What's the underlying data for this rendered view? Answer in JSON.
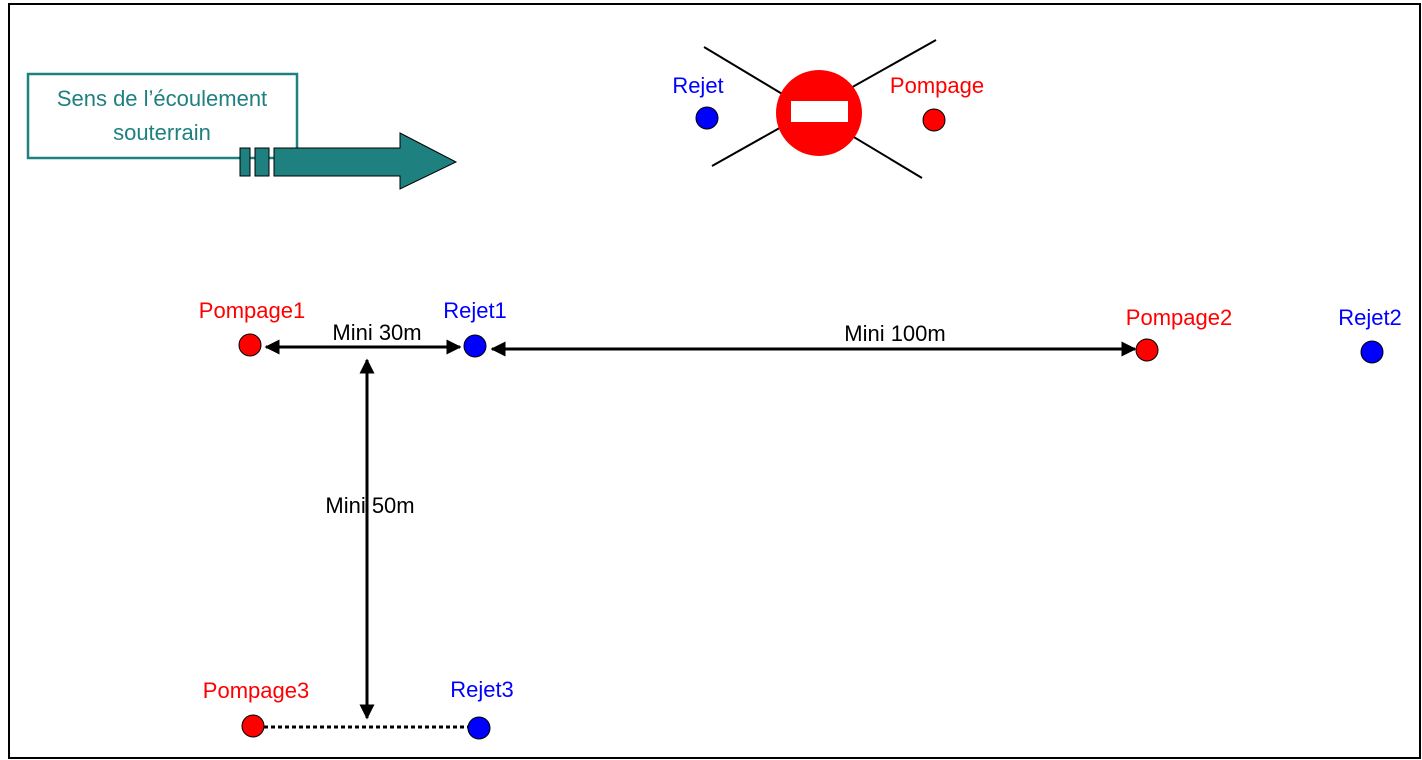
{
  "colors": {
    "pumping": "#ff0000",
    "discharge": "#0000ff",
    "flow": "#1f8080",
    "frame": "#000000",
    "forbidden": "#ff0000"
  },
  "flow_box": {
    "line1": "Sens de l’écoulement",
    "line2": "souterrain",
    "icon": "flow-direction-arrow-icon"
  },
  "forbidden": {
    "icon": "no-entry-icon",
    "discharge_label": "Rejet",
    "pumping_label": "Pompage"
  },
  "wells": {
    "pompage1": "Pompage1",
    "rejet1": "Rejet1",
    "pompage2": "Pompage2",
    "rejet2": "Rejet2",
    "pompage3": "Pompage3",
    "rejet3": "Rejet3"
  },
  "distances": {
    "d1": "Mini 30m",
    "d2": "Mini 100m",
    "d3": "Mini 50m"
  }
}
